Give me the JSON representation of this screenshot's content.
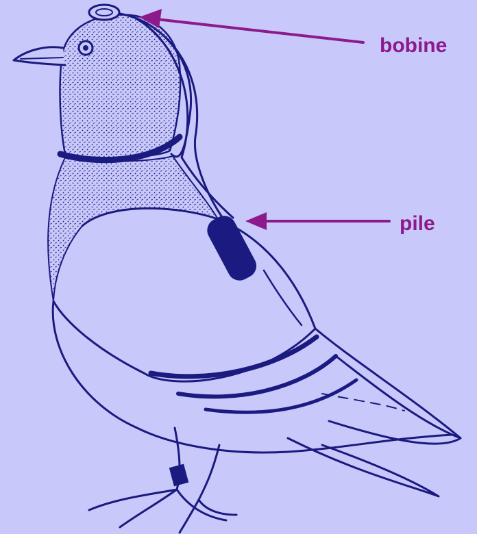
{
  "colors": {
    "background": "#c8c8fa",
    "ink": "#1a1a80",
    "annotation": "#8c1a8c"
  },
  "labels": {
    "bobine": "bobine",
    "pile": "pile"
  },
  "icons": {
    "bird": "pigeon-illustration",
    "coil": "coil-icon",
    "battery": "battery-icon"
  }
}
